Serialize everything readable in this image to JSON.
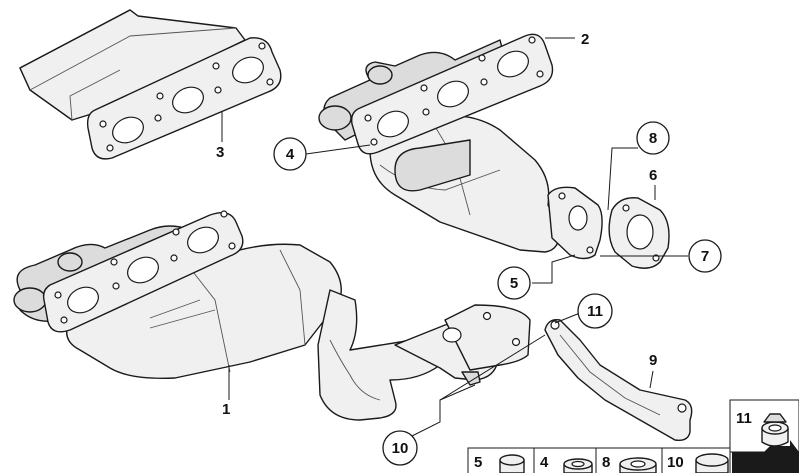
{
  "callouts": {
    "c1": "1",
    "c2": "2",
    "c3": "3",
    "c4": "4",
    "c5": "5",
    "c6": "6",
    "c7": "7",
    "c8": "8",
    "c9": "9",
    "c10": "10",
    "c11": "11"
  },
  "legend": {
    "l5": "5",
    "l4": "4",
    "l8": "8",
    "l10": "10",
    "l11": "11"
  }
}
